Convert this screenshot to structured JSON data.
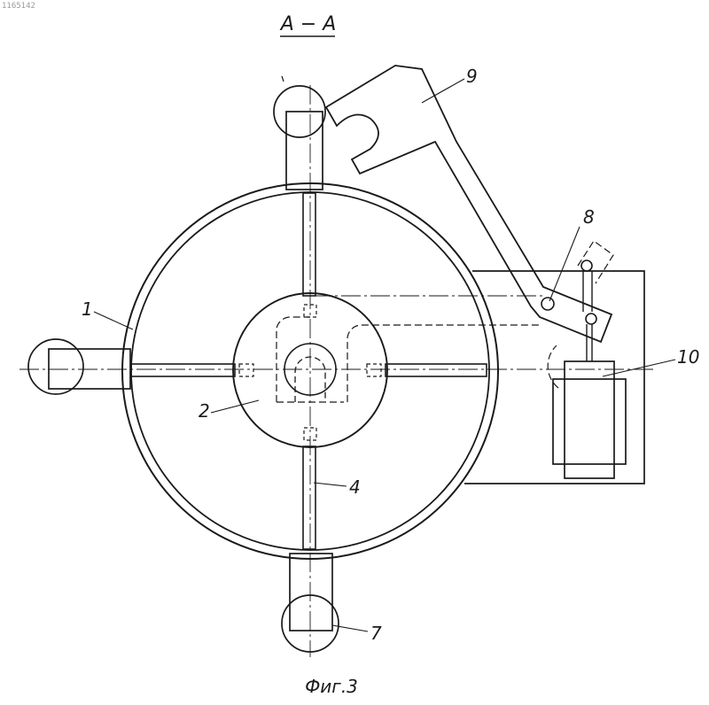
{
  "sheet_code": "1165142",
  "section_title": "A − A",
  "figure_caption": "Фиг.3",
  "parts": {
    "drum": "1",
    "hub": "2",
    "spoke": "4",
    "roller": "7",
    "pin": "8",
    "lever": "9",
    "stop_block": "10"
  }
}
